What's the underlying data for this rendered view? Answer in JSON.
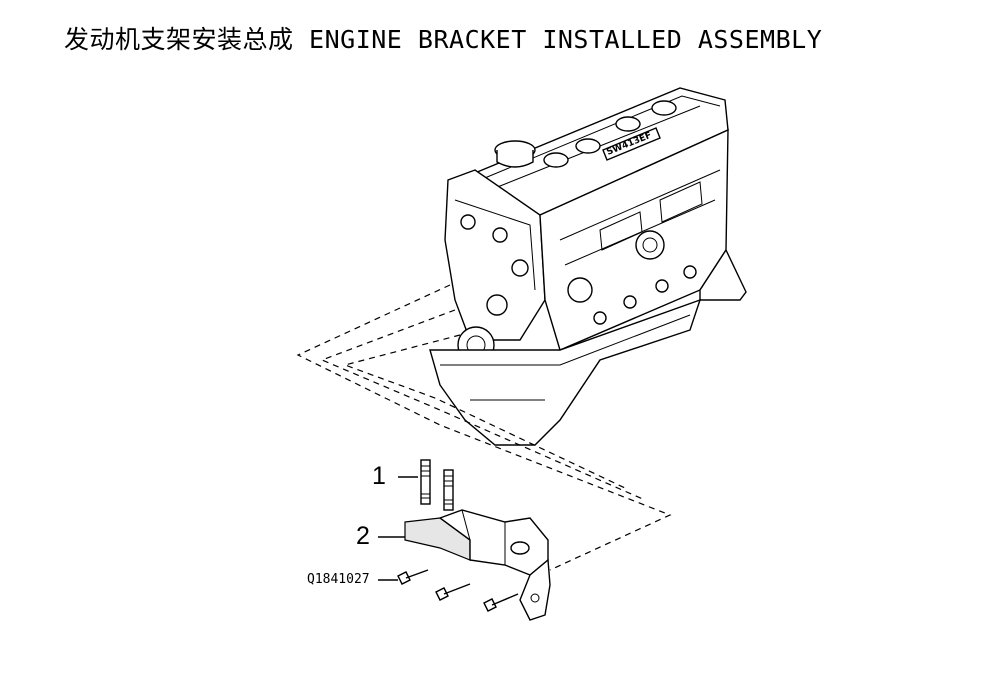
{
  "title": "发动机支架安装总成 ENGINE BRACKET INSTALLED ASSEMBLY",
  "engine_label": "SW413EF",
  "callouts": [
    {
      "label": "1"
    },
    {
      "label": "2"
    }
  ],
  "drawing_number": "Q1841027"
}
